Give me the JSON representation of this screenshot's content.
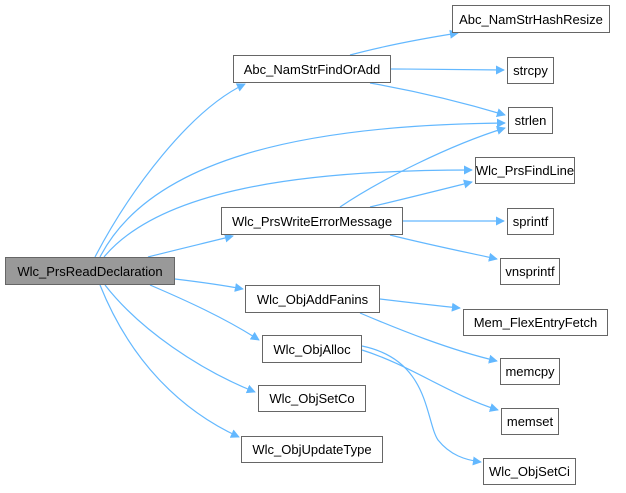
{
  "diagram": {
    "type": "call-graph",
    "edge_color": "#63b8ff",
    "root_fill": "#999999",
    "node_border": "#666666",
    "nodes": [
      {
        "id": "root",
        "label": "Wlc_PrsReadDeclaration",
        "root": true
      },
      {
        "id": "abc_find",
        "label": "Abc_NamStrFindOrAdd"
      },
      {
        "id": "abc_hash",
        "label": "Abc_NamStrHashResize"
      },
      {
        "id": "strcpy",
        "label": "strcpy"
      },
      {
        "id": "strlen",
        "label": "strlen"
      },
      {
        "id": "findline",
        "label": "Wlc_PrsFindLine"
      },
      {
        "id": "writeerr",
        "label": "Wlc_PrsWriteErrorMessage"
      },
      {
        "id": "sprintf",
        "label": "sprintf"
      },
      {
        "id": "vnsprintf",
        "label": "vnsprintf"
      },
      {
        "id": "addfanins",
        "label": "Wlc_ObjAddFanins"
      },
      {
        "id": "memfetch",
        "label": "Mem_FlexEntryFetch"
      },
      {
        "id": "memcpy",
        "label": "memcpy"
      },
      {
        "id": "objalloc",
        "label": "Wlc_ObjAlloc"
      },
      {
        "id": "memset",
        "label": "memset"
      },
      {
        "id": "setco",
        "label": "Wlc_ObjSetCo"
      },
      {
        "id": "updatetype",
        "label": "Wlc_ObjUpdateType"
      },
      {
        "id": "setci",
        "label": "Wlc_ObjSetCi"
      }
    ],
    "edges": [
      {
        "from": "root",
        "to": "abc_find"
      },
      {
        "from": "root",
        "to": "strlen"
      },
      {
        "from": "root",
        "to": "findline"
      },
      {
        "from": "root",
        "to": "writeerr"
      },
      {
        "from": "root",
        "to": "addfanins"
      },
      {
        "from": "root",
        "to": "objalloc"
      },
      {
        "from": "root",
        "to": "setco"
      },
      {
        "from": "root",
        "to": "updatetype"
      },
      {
        "from": "abc_find",
        "to": "abc_hash"
      },
      {
        "from": "abc_find",
        "to": "strcpy"
      },
      {
        "from": "abc_find",
        "to": "strlen"
      },
      {
        "from": "writeerr",
        "to": "strlen"
      },
      {
        "from": "writeerr",
        "to": "findline"
      },
      {
        "from": "writeerr",
        "to": "sprintf"
      },
      {
        "from": "writeerr",
        "to": "vnsprintf"
      },
      {
        "from": "addfanins",
        "to": "memfetch"
      },
      {
        "from": "addfanins",
        "to": "memcpy"
      },
      {
        "from": "objalloc",
        "to": "memset"
      },
      {
        "from": "objalloc",
        "to": "setci"
      }
    ]
  }
}
